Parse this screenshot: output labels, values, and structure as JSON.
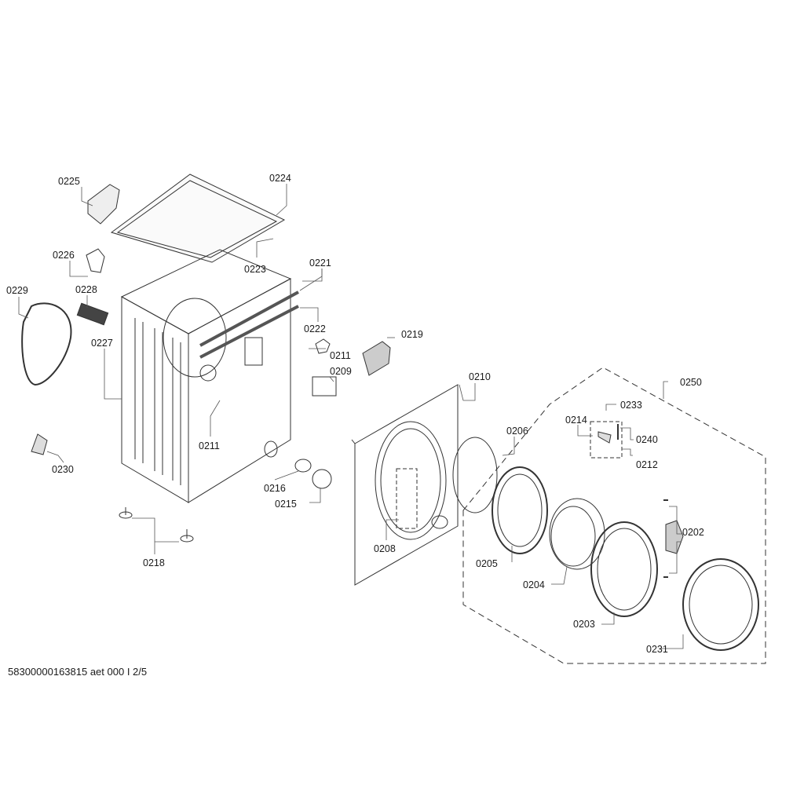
{
  "labels": [
    "0225",
    "0224",
    "0226",
    "0223",
    "0221",
    "0229",
    "0228",
    "0227",
    "0222",
    "0211",
    "0219",
    "0209",
    "0210",
    "0250",
    "0233",
    "0214",
    "0240",
    "0206",
    "0212",
    "0211",
    "0230",
    "0216",
    "0215",
    "0202",
    "0208",
    "0205",
    "0204",
    "0218",
    "0203",
    "0231"
  ],
  "footer": "58300000163815 aet 000 I 2/5"
}
